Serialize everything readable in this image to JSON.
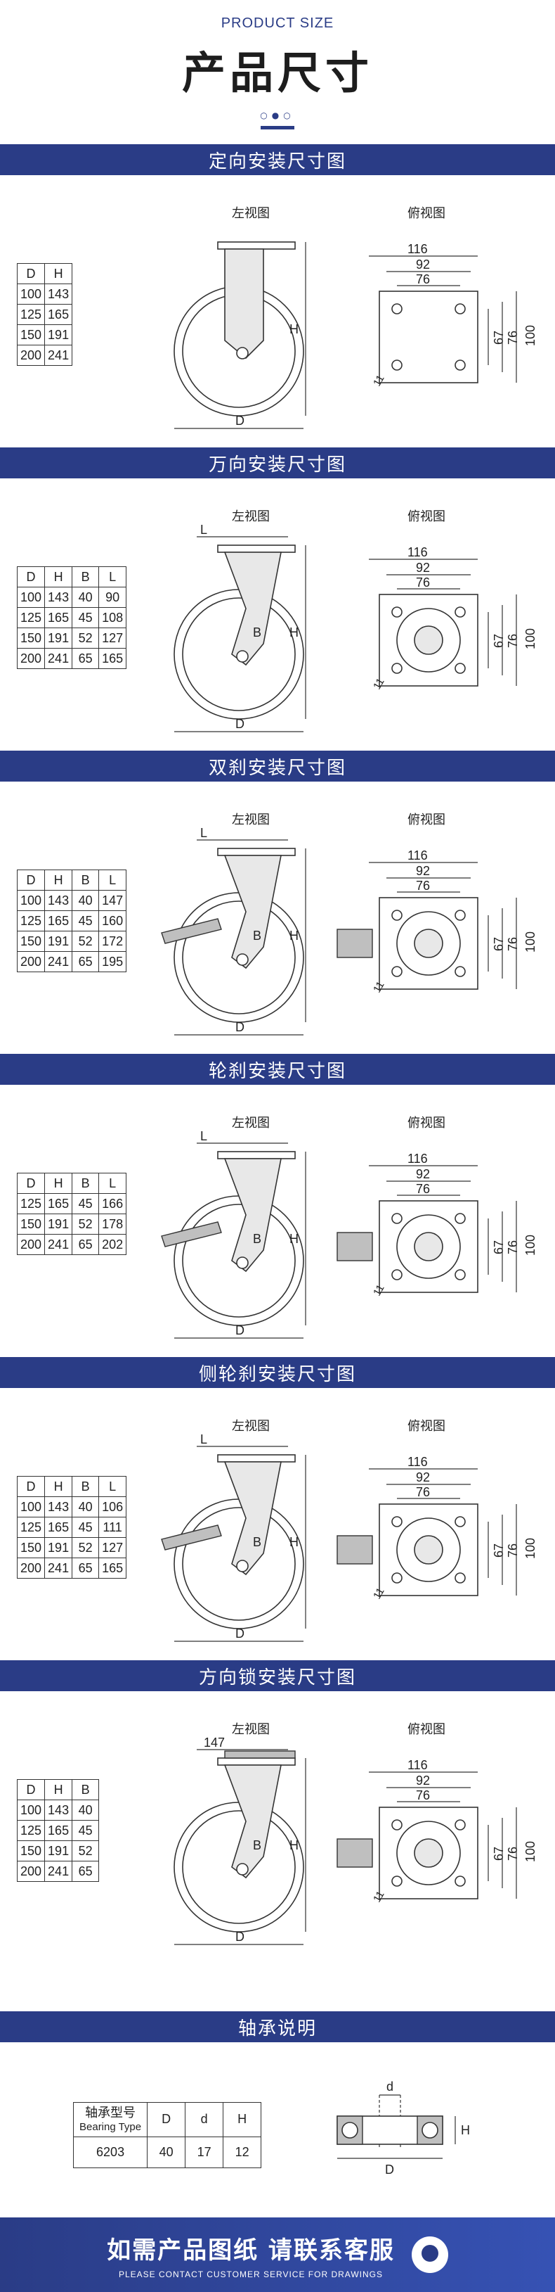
{
  "hero": {
    "title_en": "PRODUCT SIZE",
    "title_cn": "产品尺寸",
    "dots": "○●○"
  },
  "views": {
    "left": "左视图",
    "top": "俯视图"
  },
  "sections": [
    {
      "title": "定向安装尺寸图",
      "headers": [
        "D",
        "H"
      ],
      "rows": [
        [
          "100",
          "143"
        ],
        [
          "125",
          "165"
        ],
        [
          "150",
          "191"
        ],
        [
          "200",
          "241"
        ]
      ],
      "dims": {
        "top_a": "116",
        "top_b": "92",
        "top_c": "76",
        "side_a": "67",
        "side_b": "76",
        "side_c": "100",
        "hole": "11",
        "left_h": "H",
        "left_d": "D"
      }
    },
    {
      "title": "万向安装尺寸图",
      "headers": [
        "D",
        "H",
        "B",
        "L"
      ],
      "rows": [
        [
          "100",
          "143",
          "40",
          "90"
        ],
        [
          "125",
          "165",
          "45",
          "108"
        ],
        [
          "150",
          "191",
          "52",
          "127"
        ],
        [
          "200",
          "241",
          "65",
          "165"
        ]
      ],
      "dims": {
        "top_a": "116",
        "top_b": "92",
        "top_c": "76",
        "side_a": "67",
        "side_b": "76",
        "side_c": "100",
        "hole": "11",
        "left_h": "H",
        "left_d": "D",
        "left_b": "B",
        "left_l": "L"
      }
    },
    {
      "title": "双刹安装尺寸图",
      "headers": [
        "D",
        "H",
        "B",
        "L"
      ],
      "rows": [
        [
          "100",
          "143",
          "40",
          "147"
        ],
        [
          "125",
          "165",
          "45",
          "160"
        ],
        [
          "150",
          "191",
          "52",
          "172"
        ],
        [
          "200",
          "241",
          "65",
          "195"
        ]
      ],
      "dims": {
        "top_a": "116",
        "top_b": "92",
        "top_c": "76",
        "side_a": "67",
        "side_b": "76",
        "side_c": "100",
        "hole": "11",
        "left_h": "H",
        "left_d": "D",
        "left_b": "B",
        "left_l": "L"
      }
    },
    {
      "title": "轮刹安装尺寸图",
      "headers": [
        "D",
        "H",
        "B",
        "L"
      ],
      "rows": [
        [
          "125",
          "165",
          "45",
          "166"
        ],
        [
          "150",
          "191",
          "52",
          "178"
        ],
        [
          "200",
          "241",
          "65",
          "202"
        ]
      ],
      "dims": {
        "top_a": "116",
        "top_b": "92",
        "top_c": "76",
        "side_a": "67",
        "side_b": "76",
        "side_c": "100",
        "hole": "11",
        "left_h": "H",
        "left_d": "D",
        "left_b": "B",
        "left_l": "L"
      }
    },
    {
      "title": "侧轮刹安装尺寸图",
      "headers": [
        "D",
        "H",
        "B",
        "L"
      ],
      "rows": [
        [
          "100",
          "143",
          "40",
          "106"
        ],
        [
          "125",
          "165",
          "45",
          "111"
        ],
        [
          "150",
          "191",
          "52",
          "127"
        ],
        [
          "200",
          "241",
          "65",
          "165"
        ]
      ],
      "dims": {
        "top_a": "116",
        "top_b": "92",
        "top_c": "76",
        "side_a": "67",
        "side_b": "76",
        "side_c": "100",
        "hole": "11",
        "left_h": "H",
        "left_d": "D",
        "left_b": "B",
        "left_l": "L"
      }
    },
    {
      "title": "方向锁安装尺寸图",
      "headers": [
        "D",
        "H",
        "B"
      ],
      "rows": [
        [
          "100",
          "143",
          "40"
        ],
        [
          "125",
          "165",
          "45"
        ],
        [
          "150",
          "191",
          "52"
        ],
        [
          "200",
          "241",
          "65"
        ]
      ],
      "dims": {
        "top_a": "116",
        "top_b": "92",
        "top_c": "76",
        "side_a": "67",
        "side_b": "76",
        "side_c": "100",
        "hole": "11",
        "left_h": "H",
        "left_d": "D",
        "left_b": "B",
        "left_l": "147"
      }
    }
  ],
  "bearing": {
    "title": "轴承说明",
    "header_cn": "轴承型号",
    "header_en": "Bearing Type",
    "cols": [
      "D",
      "d",
      "H"
    ],
    "row": [
      "6203",
      "40",
      "17",
      "12"
    ],
    "diagram": {
      "d": "d",
      "D": "D",
      "H": "H"
    }
  },
  "footer": {
    "main": "如需产品图纸 请联系客服",
    "sub": "PLEASE CONTACT CUSTOMER SERVICE FOR DRAWINGS"
  }
}
